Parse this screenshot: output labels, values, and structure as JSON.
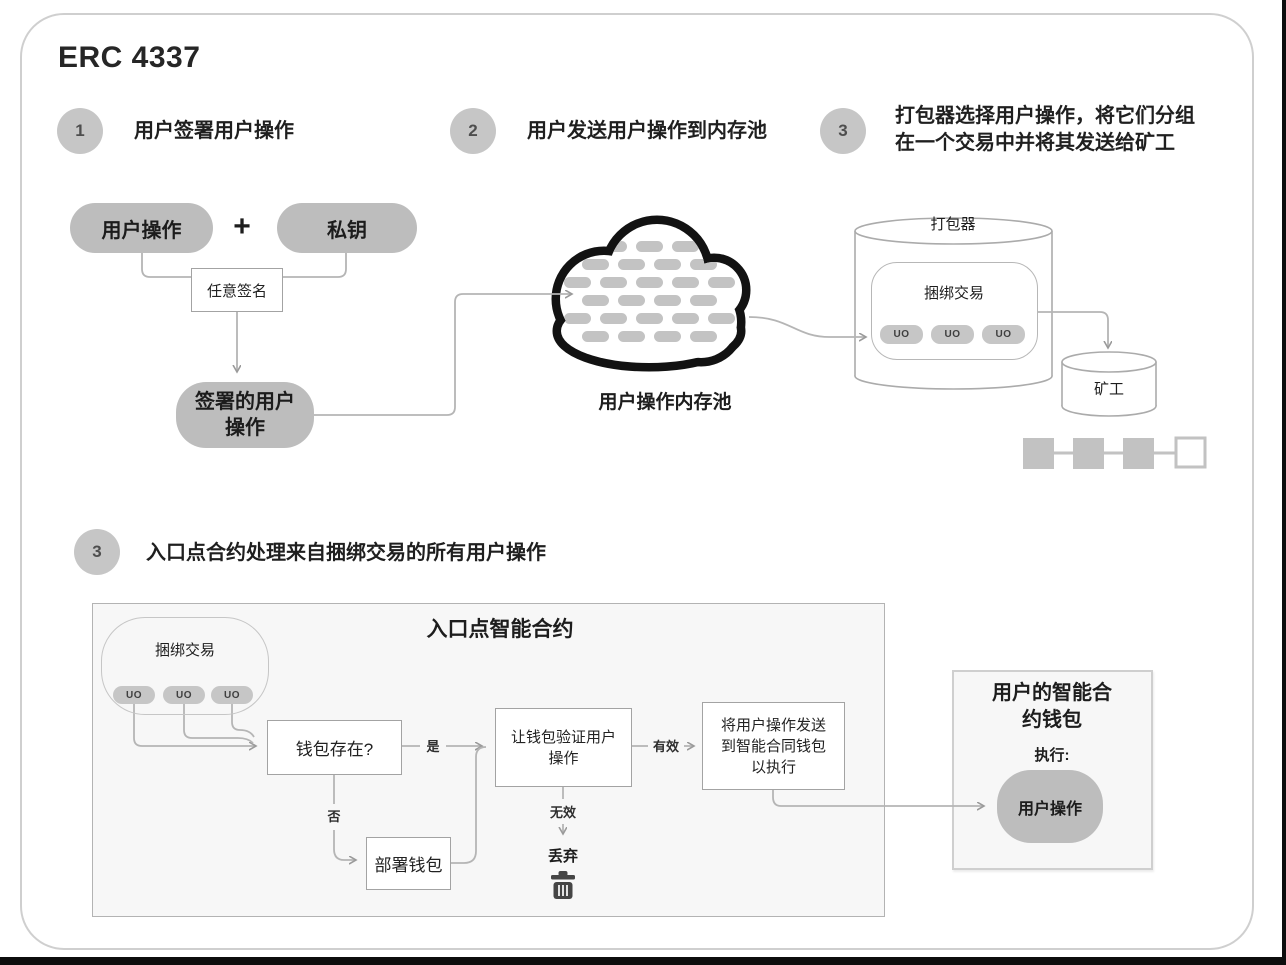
{
  "title": "ERC 4337",
  "steps": {
    "s1": {
      "num": "1",
      "text": "用户签署用户操作"
    },
    "s2": {
      "num": "2",
      "text": "用户发送用户操作到内存池"
    },
    "s3": {
      "num": "3",
      "line1": "打包器选择用户操作，将它们分组",
      "line2": "在一个交易中并将其发送给矿工"
    },
    "s4": {
      "num": "3",
      "text": "入口点合约处理来自捆绑交易的所有用户操作"
    }
  },
  "sign_flow": {
    "user_operation": "用户操作",
    "plus": "+",
    "private_key": "私钥",
    "any_signature": "任意签名",
    "signed_user_operation": "签署的用户操作"
  },
  "mempool": {
    "label": "用户操作内存池"
  },
  "bundler": {
    "label": "打包器",
    "bundle_tx": "捆绑交易",
    "uo1": "UO",
    "uo2": "UO",
    "uo3": "UO",
    "miner": "矿工"
  },
  "entry_point": {
    "title": "入口点智能合约",
    "bundle_tx": "捆绑交易",
    "uo1": "UO",
    "uo2": "UO",
    "uo3": "UO",
    "wallet_exists": "钱包存在?",
    "yes": "是",
    "no": "否",
    "deploy_wallet": "部署钱包",
    "validate_user_op": "让钱包验证用户操作",
    "valid": "有效",
    "invalid": "无效",
    "discard": "丢弃",
    "send_to_wallet": "将用户操作发送到智能合同钱包以执行"
  },
  "smart_wallet": {
    "title": "用户的智能合约钱包",
    "execute": "执行:",
    "user_operation": "用户操作"
  },
  "colors": {
    "pill_gray": "#bdbdbd",
    "line_gray": "#b5b5b5",
    "panel_fill": "#f7f7f7",
    "cloud_stroke": "#121212"
  }
}
